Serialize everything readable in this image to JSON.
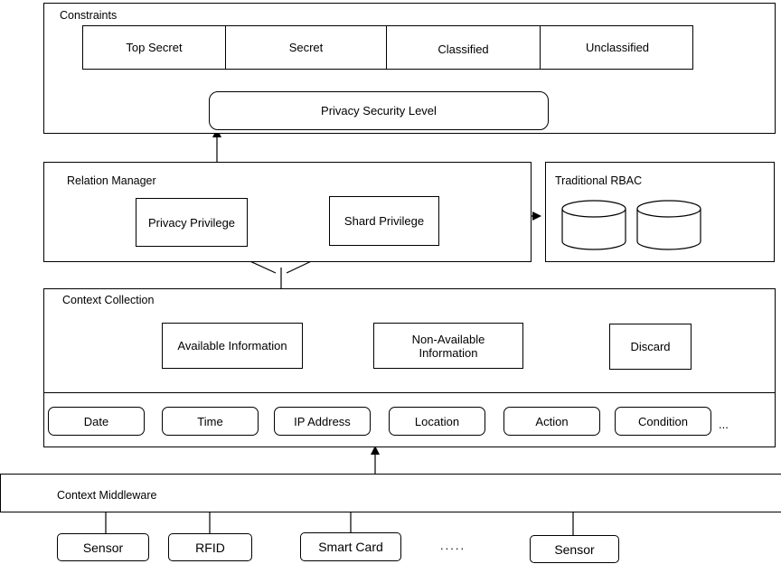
{
  "constraints": {
    "title": "Constraints",
    "levels": [
      "Top Secret",
      "Secret",
      "Classified",
      "Unclassified"
    ],
    "privacy_security_level": "Privacy Security Level"
  },
  "relation_manager": {
    "title": "Relation Manager",
    "privacy_privilege": "Privacy Privilege",
    "shard_privilege": "Shard Privilege"
  },
  "traditional_rbac": {
    "title": "Traditional RBAC"
  },
  "context_collection": {
    "title": "Context Collection",
    "available_information": "Available Information",
    "non_available_information": "Non-Available Information",
    "discard": "Discard",
    "attributes": [
      "Date",
      "Time",
      "IP Address",
      "Location",
      "Action",
      "Condition"
    ],
    "more": "..."
  },
  "context_middleware": {
    "title": "Context Middleware",
    "devices": [
      "Sensor",
      "RFID",
      "Smart Card",
      "Sensor"
    ],
    "more": "....."
  }
}
